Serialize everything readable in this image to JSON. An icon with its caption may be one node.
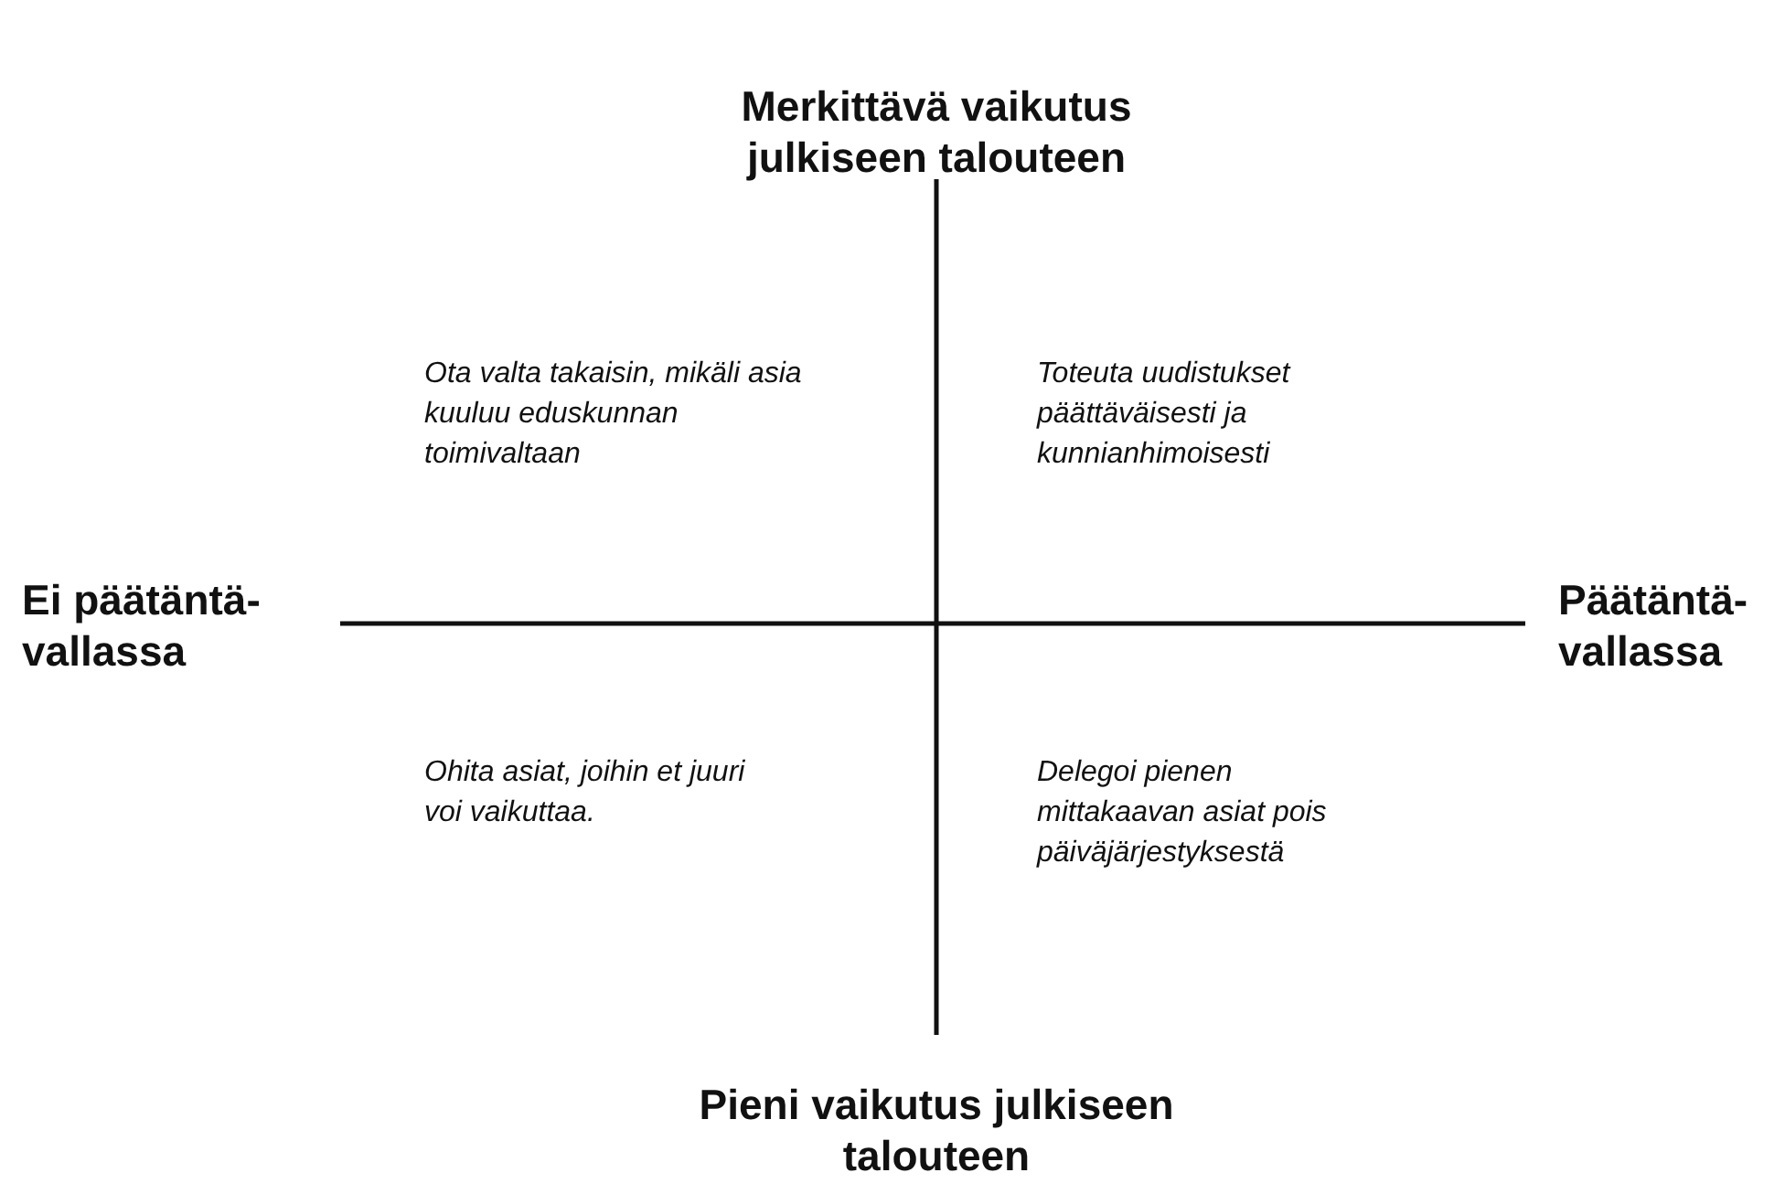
{
  "diagram": {
    "labels": [
      "Merkittävä vaikutus julkiseen talouteen",
      "Ota valta takaisin, mikäli asia kuuluu eduskunnan toimivaltaan",
      "Toteuta uudistukset päättäväisesti ja kunnianhimoisesti",
      "Ei päätäntä- vallassa",
      "Päätäntä- vallassa",
      "Ohita asiat, joihin et juuri voi vaikuttaa.",
      "Delegoi pienen mittakaavan asiat pois päiväjärjestyksestä",
      "Pieni vaikutus julkiseen talouteen"
    ]
  }
}
